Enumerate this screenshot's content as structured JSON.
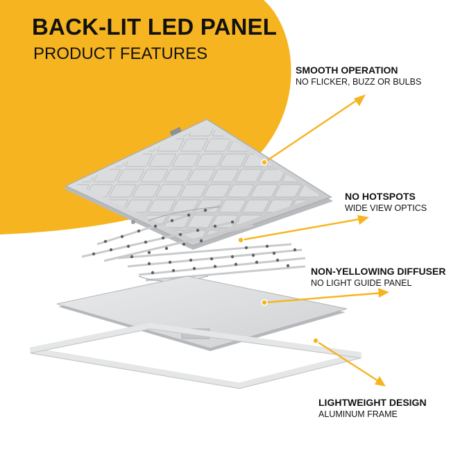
{
  "header": {
    "title": "BACK-LIT LED PANEL",
    "subtitle": "PRODUCT FEATURES"
  },
  "features": [
    {
      "heading": "SMOOTH OPERATION",
      "detail": "NO FLICKER, BUZZ OR BULBS"
    },
    {
      "heading": "NO HOTSPOTS",
      "detail": "WIDE VIEW OPTICS"
    },
    {
      "heading": "NON-YELLOWING DIFFUSER",
      "detail": "NO LIGHT GUIDE PANEL"
    },
    {
      "heading": "LIGHTWEIGHT DESIGN",
      "detail": "ALUMINUM FRAME"
    }
  ],
  "colors": {
    "accent": "#F6B520",
    "background": "#FFFFFF",
    "text": "#111111",
    "panel": "#D3D4D5",
    "frame": "#F2F2F2"
  }
}
